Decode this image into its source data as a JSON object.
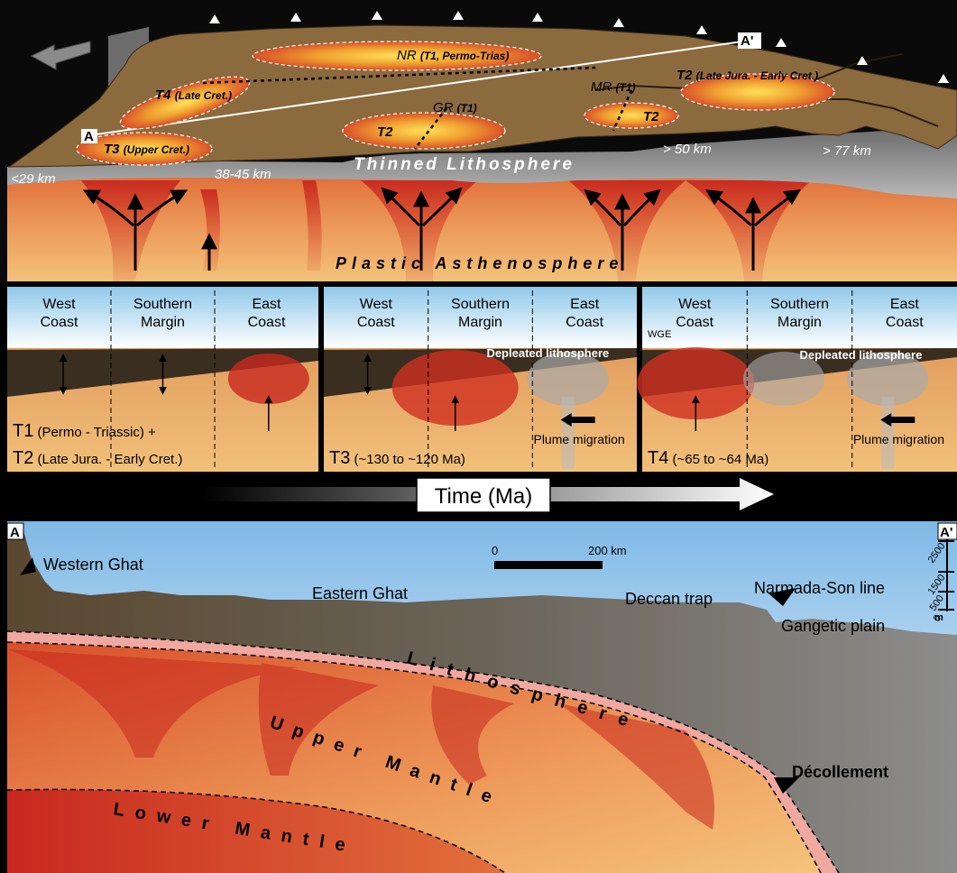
{
  "top_block": {
    "point_a": "A",
    "point_a_prime": "A'",
    "zones": {
      "nr": "NR",
      "nr_detail": "(T1, Permo-Trias)",
      "t2_right": "T2",
      "t2_right_detail": "(Late Jura. - Early Cret.)",
      "t4": "T4",
      "t4_detail": "(Late Cret.)",
      "t3": "T3",
      "t3_detail": "(Upper Cret.)",
      "t2_center": "T2",
      "t2_small": "T2",
      "gr": "GR",
      "gr_detail": "(T1)",
      "mr": "MR",
      "mr_detail": "(T1)"
    },
    "thickness": {
      "lt29": "<29 km",
      "r38_45": "38-45 km",
      "gt50": "> 50 km",
      "gt77": "> 77 km"
    },
    "thinned_lithosphere": "Thinned Lithosphere",
    "plastic_asthenosphere": "Plastic Asthenosphere"
  },
  "stages": [
    {
      "columns": [
        "West\nCoast",
        "Southern\nMargin",
        "East\nCoast"
      ],
      "caption_l1_big": "T1",
      "caption_l1_small": "(Permo - Triassic) +",
      "caption_l2_big": "T2",
      "caption_l2_small": "(Late Jura. - Early Cret.)"
    },
    {
      "columns": [
        "West\nCoast",
        "Southern\nMargin",
        "East\nCoast"
      ],
      "depleted": "Depleated lithosphere",
      "plume": "Plume migration",
      "caption_big": "T3",
      "caption_small": "(~130 to ~120 Ma)"
    },
    {
      "columns": [
        "West\nCoast",
        "Southern\nMargin",
        "East\nCoast"
      ],
      "wge": "WGE",
      "depleted": "Depleated lithosphere",
      "plume": "Plume migration",
      "caption_big": "T4",
      "caption_small": "(~65 to ~64 Ma)"
    }
  ],
  "time_axis": "Time (Ma)",
  "cross_section": {
    "a": "A",
    "a_prime": "A'",
    "western_ghat": "Western Ghat",
    "eastern_ghat": "Eastern Ghat",
    "deccan_trap": "Deccan trap",
    "narmada_son": "Narmada-Son line",
    "gangetic_plain": "Gangetic plain",
    "scale_zero": "0",
    "scale_km": "200 km",
    "elev_ticks": [
      "2500",
      "1500",
      "500",
      "0"
    ],
    "elev_unit": "m",
    "lithosphere": "Lithosphere",
    "upper_mantle": "Upper Mantle",
    "lower_mantle": "Lower Mantle",
    "decollement": "Décollement"
  },
  "colors": {
    "crust_brown": "#8b6a3e",
    "asthenosphere_orange": "#e89a55",
    "plume_red": "#c8281e",
    "sky_blue": "#8fc3e8",
    "lithosphere_gray": "#6e6e6e"
  }
}
